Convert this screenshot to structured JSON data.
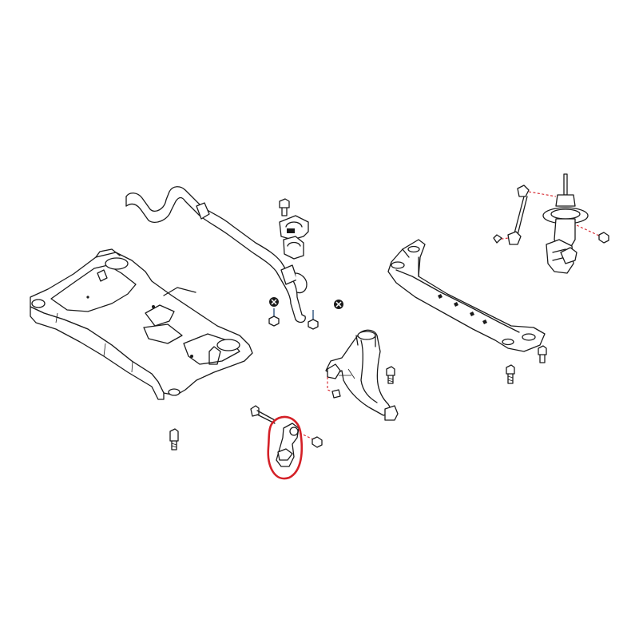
{
  "diagram": {
    "kind": "exploded-parts-view",
    "parts": [
      {
        "id": "front-subframe",
        "icon": "subframe-drawing"
      },
      {
        "id": "stabilizer-bar",
        "icon": "sway-bar-drawing"
      },
      {
        "id": "stabilizer-bushing-clamp",
        "icon": "bracket-drawing"
      },
      {
        "id": "rear-lower-mount-bracket",
        "icon": "bracket-drawing",
        "highlighted": true
      },
      {
        "id": "transverse-link",
        "icon": "control-arm-drawing"
      },
      {
        "id": "tension-rod-brace",
        "icon": "brace-drawing"
      },
      {
        "id": "stabilizer-link",
        "icon": "link-drawing"
      },
      {
        "id": "strut-assembly",
        "icon": "strut-drawing"
      }
    ],
    "colors": {
      "line": "#1a1a1a",
      "leader_dash": "#d42027",
      "highlight_ring": "#d42027",
      "pointer_blue": "#2a4f7a",
      "background": "#ffffff"
    },
    "do_not_reuse_marks": 2
  }
}
